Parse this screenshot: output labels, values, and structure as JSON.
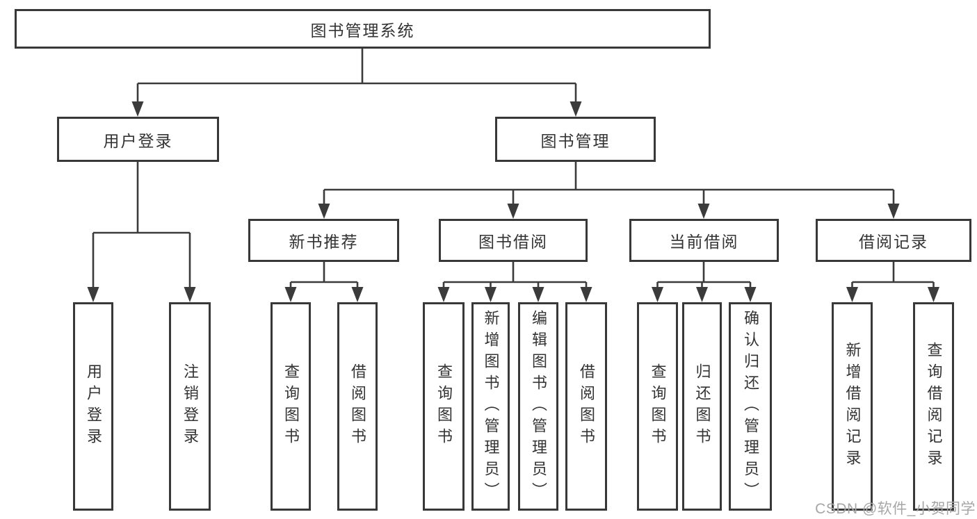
{
  "diagram": {
    "root": {
      "label": "图书管理系统"
    },
    "branches": [
      {
        "label": "用户登录",
        "children": [
          {
            "label": "用户登录"
          },
          {
            "label": "注销登录"
          }
        ]
      },
      {
        "label": "图书管理",
        "children": [
          {
            "label": "新书推荐",
            "children": [
              {
                "label": "查询图书"
              },
              {
                "label": "借阅图书"
              }
            ]
          },
          {
            "label": "图书借阅",
            "children": [
              {
                "label": "查询图书"
              },
              {
                "label": "新增图书（管理员）"
              },
              {
                "label": "编辑图书（管理员）"
              },
              {
                "label": "借阅图书"
              }
            ]
          },
          {
            "label": "当前借阅",
            "children": [
              {
                "label": "查询图书"
              },
              {
                "label": "归还图书"
              },
              {
                "label": "确认归还（管理员）"
              }
            ]
          },
          {
            "label": "借阅记录",
            "children": [
              {
                "label": "新增借阅记录"
              },
              {
                "label": "查询借阅记录"
              }
            ]
          }
        ]
      }
    ]
  },
  "watermark": {
    "text": "CSDN @软件_小贺同学"
  },
  "colors": {
    "line": "#3b3b3b",
    "box_border": "#383838",
    "text": "#333333",
    "watermark": "#a6a6a6",
    "background": "#ffffff"
  }
}
